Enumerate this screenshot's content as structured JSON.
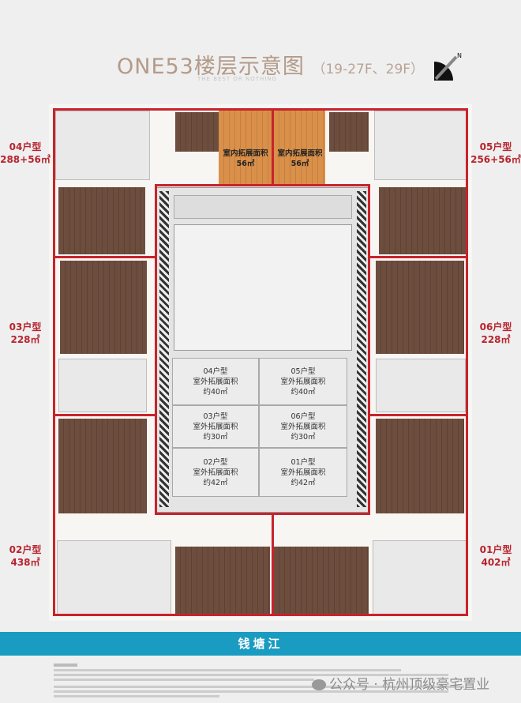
{
  "header": {
    "title": "ONE53楼层示意图",
    "floors": "（19-27F、29F）",
    "subtitle": "THE BEST OR NOTHING"
  },
  "compass": {
    "icon": "north-arrow-icon",
    "label": "N"
  },
  "units": [
    {
      "id": "04",
      "label": "04户型",
      "area": "288+56㎡"
    },
    {
      "id": "05",
      "label": "05户型",
      "area": "256+56㎡"
    },
    {
      "id": "03",
      "label": "03户型",
      "area": "228㎡"
    },
    {
      "id": "06",
      "label": "06户型",
      "area": "228㎡"
    },
    {
      "id": "02",
      "label": "02户型",
      "area": "438㎡"
    },
    {
      "id": "01",
      "label": "01户型",
      "area": "402㎡"
    }
  ],
  "indoor_extension": [
    {
      "label": "室内拓展面积",
      "area": "56㎡"
    },
    {
      "label": "室内拓展面积",
      "area": "56㎡"
    }
  ],
  "outdoor_extension": [
    {
      "unit": "04户型",
      "label": "室外拓展面积",
      "area": "约40㎡"
    },
    {
      "unit": "05户型",
      "label": "室外拓展面积",
      "area": "约40㎡"
    },
    {
      "unit": "03户型",
      "label": "室外拓展面积",
      "area": "约30㎡"
    },
    {
      "unit": "06户型",
      "label": "室外拓展面积",
      "area": "约30㎡"
    },
    {
      "unit": "02户型",
      "label": "室外拓展面积",
      "area": "约42㎡"
    },
    {
      "unit": "01户型",
      "label": "室外拓展面积",
      "area": "约42㎡"
    }
  ],
  "river": "钱塘江",
  "watermark": "公众号 · 杭州顶级豪宅置业",
  "colors": {
    "title": "#b49a88",
    "boundary": "#c8232c",
    "river": "#1a9cc2",
    "indoor_extension": "#d9904a"
  }
}
